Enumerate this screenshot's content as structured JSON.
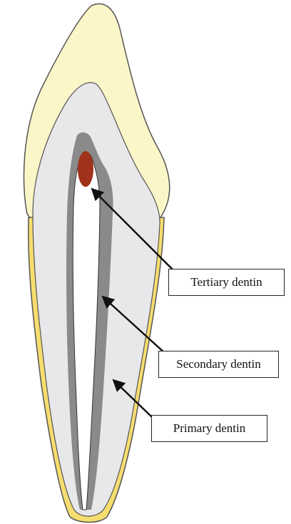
{
  "labels": {
    "tertiary": "Tertiary dentin",
    "secondary": "Secondary dentin",
    "primary": "Primary dentin"
  },
  "colors": {
    "enamel": "#fbf6c7",
    "cementum": "#f6dd6e",
    "primary_dentin": "#e8e8ea",
    "secondary_dentin": "#8a8a8a",
    "tertiary_dentin": "#a0311a",
    "pulp": "#ffffff",
    "outline": "#555555",
    "arrow": "#111111"
  }
}
